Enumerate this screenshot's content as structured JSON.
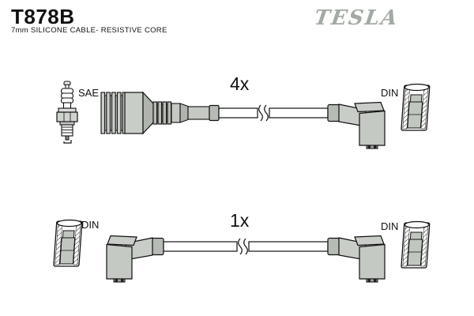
{
  "header": {
    "part_number": "T878B",
    "subtitle": "7mm SILICONE CABLE- RESISTIVE CORE",
    "brand": "TESLA"
  },
  "colors": {
    "background": "#ffffff",
    "outline": "#111111",
    "boot_gray": "#c9cdc7",
    "boot_gray_dark": "#b0b4ae",
    "terminal_gray": "#c2c6c0",
    "brand_gray": "#a3a9a3"
  },
  "diagrams": {
    "top": {
      "quantity_label": "4x",
      "plug_label": "SAE",
      "right_terminal_label": "DIN",
      "components": [
        "spark-plug",
        "sae-straight-boot",
        "cable-with-break",
        "elbow-boot-90deg",
        "din-terminal-cross-section"
      ]
    },
    "bottom": {
      "quantity_label": "1x",
      "left_terminal_label": "DIN",
      "right_terminal_label": "DIN",
      "components": [
        "din-terminal-cross-section",
        "elbow-boot-90deg",
        "cable-with-break",
        "elbow-boot-90deg",
        "din-terminal-cross-section"
      ]
    }
  }
}
